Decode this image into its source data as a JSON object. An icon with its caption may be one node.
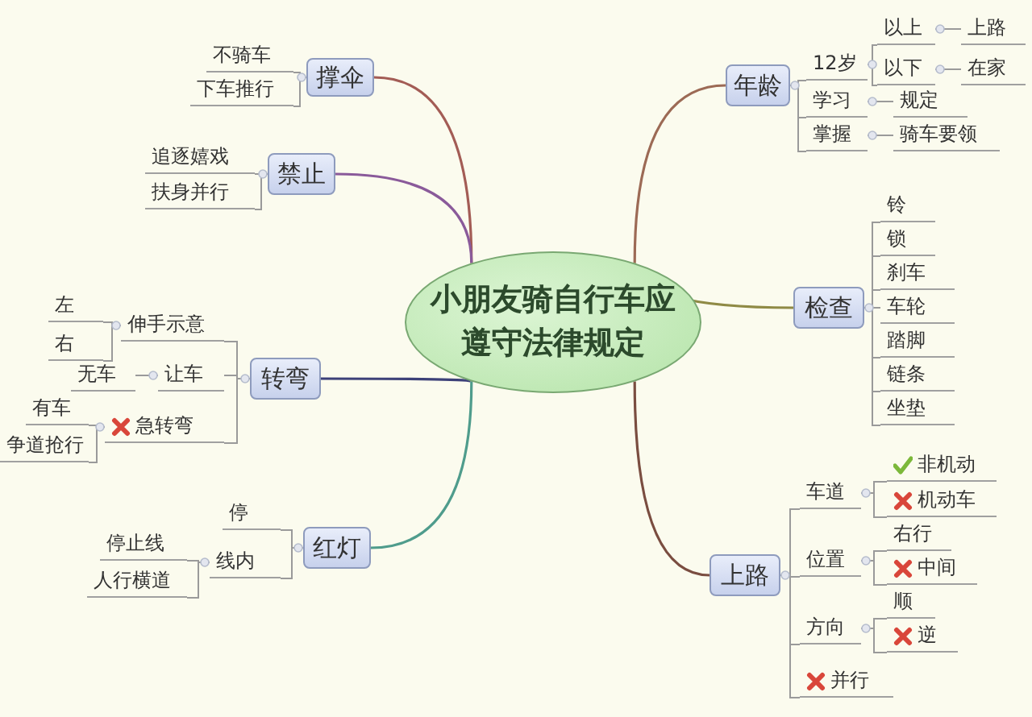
{
  "diagram": {
    "nodes": [
      {
        "text": [
          "小朋友骑自行车应遵守法律规定"
        ]
      },
      {
        "text": [
          "年龄"
        ]
      },
      {
        "text": [
          "12岁"
        ]
      },
      {
        "text": [
          "以上"
        ]
      },
      {
        "text": [
          "上路"
        ]
      },
      {
        "text": [
          "以下"
        ]
      },
      {
        "text": [
          "在家"
        ]
      },
      {
        "text": [
          "学习"
        ]
      },
      {
        "text": [
          "规定"
        ]
      },
      {
        "text": [
          "掌握"
        ]
      },
      {
        "text": [
          "骑车要领"
        ]
      },
      {
        "text": [
          "检查"
        ]
      },
      {
        "text": [
          "铃"
        ]
      },
      {
        "text": [
          "锁"
        ]
      },
      {
        "text": [
          "刹车"
        ]
      },
      {
        "text": [
          "车轮"
        ]
      },
      {
        "text": [
          "踏脚"
        ]
      },
      {
        "text": [
          "链条"
        ]
      },
      {
        "text": [
          "坐垫"
        ]
      },
      {
        "text": [
          "上路"
        ]
      },
      {
        "text": [
          "车道"
        ]
      },
      {
        "text": [
          "非机动"
        ]
      },
      {
        "text": [
          "机动车"
        ]
      },
      {
        "text": [
          "位置"
        ]
      },
      {
        "text": [
          "右行"
        ]
      },
      {
        "text": [
          "中间"
        ]
      },
      {
        "text": [
          "方向"
        ]
      },
      {
        "text": [
          "顺"
        ]
      },
      {
        "text": [
          "逆"
        ]
      },
      {
        "text": [
          "并行"
        ]
      },
      {
        "text": [
          "撑伞"
        ]
      },
      {
        "text": [
          "不骑车"
        ]
      },
      {
        "text": [
          "下车推行"
        ]
      },
      {
        "text": [
          "禁止"
        ]
      },
      {
        "text": [
          "追逐嬉戏"
        ]
      },
      {
        "text": [
          "扶身并行"
        ]
      },
      {
        "text": [
          "转弯"
        ]
      },
      {
        "text": [
          "伸手示意"
        ]
      },
      {
        "text": [
          "左"
        ]
      },
      {
        "text": [
          "右"
        ]
      },
      {
        "text": [
          "让车"
        ]
      },
      {
        "text": [
          "无车"
        ]
      },
      {
        "text": [
          "急转弯"
        ]
      },
      {
        "text": [
          "有车"
        ]
      },
      {
        "text": [
          "争道抢行"
        ]
      },
      {
        "text": [
          "红灯"
        ]
      },
      {
        "text": [
          "停"
        ]
      },
      {
        "text": [
          "线内"
        ]
      },
      {
        "text": [
          "停止线"
        ]
      },
      {
        "text": [
          "人行横道"
        ]
      }
    ],
    "edges": [
      {
        "from": 0,
        "to": 1,
        "arrow": "none",
        "color": "#9c6a55"
      },
      {
        "from": 0,
        "to": 11,
        "arrow": "none",
        "color": "#8f8a45"
      },
      {
        "from": 0,
        "to": 19,
        "arrow": "none",
        "color": "#7a4d40"
      },
      {
        "from": 0,
        "to": 30,
        "arrow": "none",
        "color": "#a35c55"
      },
      {
        "from": 0,
        "to": 33,
        "arrow": "none",
        "color": "#8a5a9a"
      },
      {
        "from": 0,
        "to": 36,
        "arrow": "none",
        "color": "#3c4078"
      },
      {
        "from": 0,
        "to": 45,
        "arrow": "none",
        "color": "#4f9c8c"
      },
      {
        "from": 1,
        "to": 2,
        "arrow": "none"
      },
      {
        "from": 2,
        "to": 3,
        "arrow": "none"
      },
      {
        "from": 3,
        "to": 4,
        "arrow": "none"
      },
      {
        "from": 2,
        "to": 5,
        "arrow": "none"
      },
      {
        "from": 5,
        "to": 6,
        "arrow": "none"
      },
      {
        "from": 1,
        "to": 7,
        "arrow": "none"
      },
      {
        "from": 7,
        "to": 8,
        "arrow": "none"
      },
      {
        "from": 1,
        "to": 9,
        "arrow": "none"
      },
      {
        "from": 9,
        "to": 10,
        "arrow": "none"
      },
      {
        "from": 11,
        "to": 12,
        "arrow": "none"
      },
      {
        "from": 11,
        "to": 13,
        "arrow": "none"
      },
      {
        "from": 11,
        "to": 14,
        "arrow": "none"
      },
      {
        "from": 11,
        "to": 15,
        "arrow": "none"
      },
      {
        "from": 11,
        "to": 16,
        "arrow": "none"
      },
      {
        "from": 11,
        "to": 17,
        "arrow": "none"
      },
      {
        "from": 11,
        "to": 18,
        "arrow": "none"
      },
      {
        "from": 19,
        "to": 20,
        "arrow": "none"
      },
      {
        "from": 20,
        "to": 21,
        "arrow": "none"
      },
      {
        "from": 20,
        "to": 22,
        "arrow": "none"
      },
      {
        "from": 19,
        "to": 23,
        "arrow": "none"
      },
      {
        "from": 23,
        "to": 24,
        "arrow": "none"
      },
      {
        "from": 23,
        "to": 25,
        "arrow": "none"
      },
      {
        "from": 19,
        "to": 26,
        "arrow": "none"
      },
      {
        "from": 26,
        "to": 27,
        "arrow": "none"
      },
      {
        "from": 26,
        "to": 28,
        "arrow": "none"
      },
      {
        "from": 19,
        "to": 29,
        "arrow": "none"
      },
      {
        "from": 30,
        "to": 31,
        "arrow": "none"
      },
      {
        "from": 30,
        "to": 32,
        "arrow": "none"
      },
      {
        "from": 33,
        "to": 34,
        "arrow": "none"
      },
      {
        "from": 33,
        "to": 35,
        "arrow": "none"
      },
      {
        "from": 36,
        "to": 37,
        "arrow": "none"
      },
      {
        "from": 37,
        "to": 38,
        "arrow": "none"
      },
      {
        "from": 37,
        "to": 39,
        "arrow": "none"
      },
      {
        "from": 36,
        "to": 40,
        "arrow": "none"
      },
      {
        "from": 40,
        "to": 41,
        "arrow": "none"
      },
      {
        "from": 36,
        "to": 42,
        "arrow": "none"
      },
      {
        "from": 42,
        "to": 43,
        "arrow": "none"
      },
      {
        "from": 42,
        "to": 44,
        "arrow": "none"
      },
      {
        "from": 45,
        "to": 46,
        "arrow": "none"
      },
      {
        "from": 45,
        "to": 47,
        "arrow": "none"
      },
      {
        "from": 47,
        "to": 48,
        "arrow": "none"
      },
      {
        "from": 47,
        "to": 49,
        "arrow": "none"
      }
    ]
  }
}
